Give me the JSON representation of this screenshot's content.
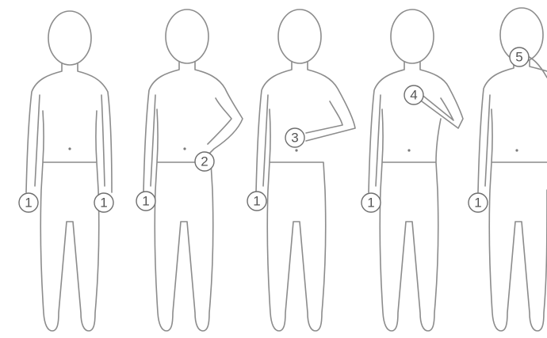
{
  "figure": {
    "markers": {
      "m1": "1",
      "m2": "2",
      "m3": "3",
      "m4": "4",
      "m5": "5"
    }
  }
}
